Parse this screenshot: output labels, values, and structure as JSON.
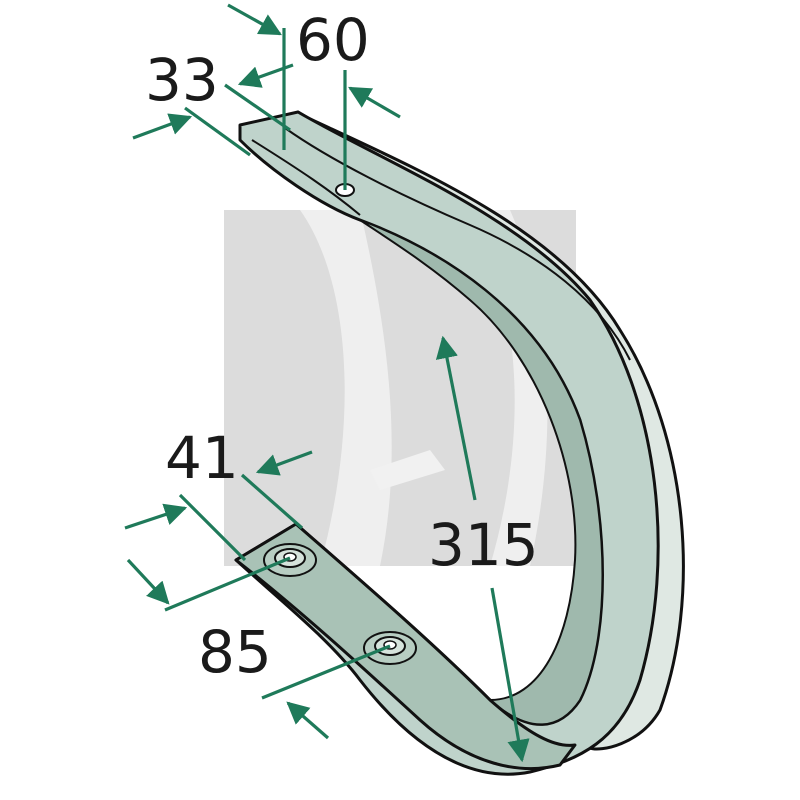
{
  "dimensions": {
    "top_width": "33",
    "top_hole_offset": "60",
    "bottom_width": "41",
    "hole_spacing": "85",
    "overall_length": "315"
  },
  "colors": {
    "dimension_line": "#1f7a5a",
    "tine_face": "#bfd3cb",
    "tine_face_dark": "#9fb9ad",
    "tine_edge": "#dfe8e3",
    "watermark": "#dcdcdc",
    "outline": "#111111"
  }
}
